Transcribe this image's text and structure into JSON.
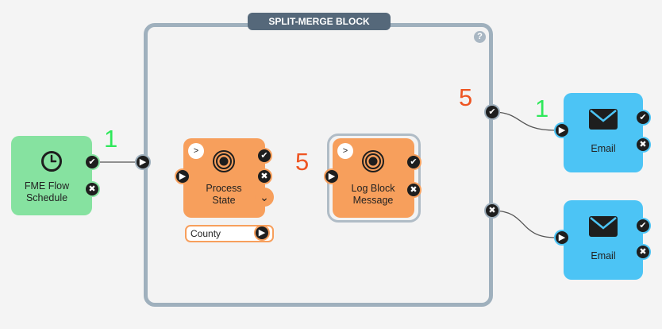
{
  "block": {
    "title": "SPLIT-MERGE BLOCK",
    "help": "?"
  },
  "nodes": {
    "schedule": {
      "label": "FME Flow Schedule",
      "line1": "FME Flow",
      "line2": "Schedule"
    },
    "process_state": {
      "line1": "Process",
      "line2": "State"
    },
    "log_block": {
      "line1": "Log  Block",
      "line2": "Message"
    },
    "email_success": {
      "label": "Email"
    },
    "email_failure": {
      "label": "Email"
    }
  },
  "attribute": {
    "name": "County"
  },
  "counts": {
    "schedule_success": "1",
    "process_success": "5",
    "block_success": "5",
    "email_success_in": "1"
  },
  "colors": {
    "schedule": "#86e2a0",
    "action": "#f79f5c",
    "email": "#4cc4f5",
    "count_green": "#2ee85a",
    "count_orange": "#ee5522"
  },
  "icons": [
    "clock-icon",
    "target-icon",
    "envelope-icon",
    "check-icon",
    "cross-icon",
    "play-icon",
    "merge-icon",
    "chevron-down-icon",
    "help-icon"
  ]
}
